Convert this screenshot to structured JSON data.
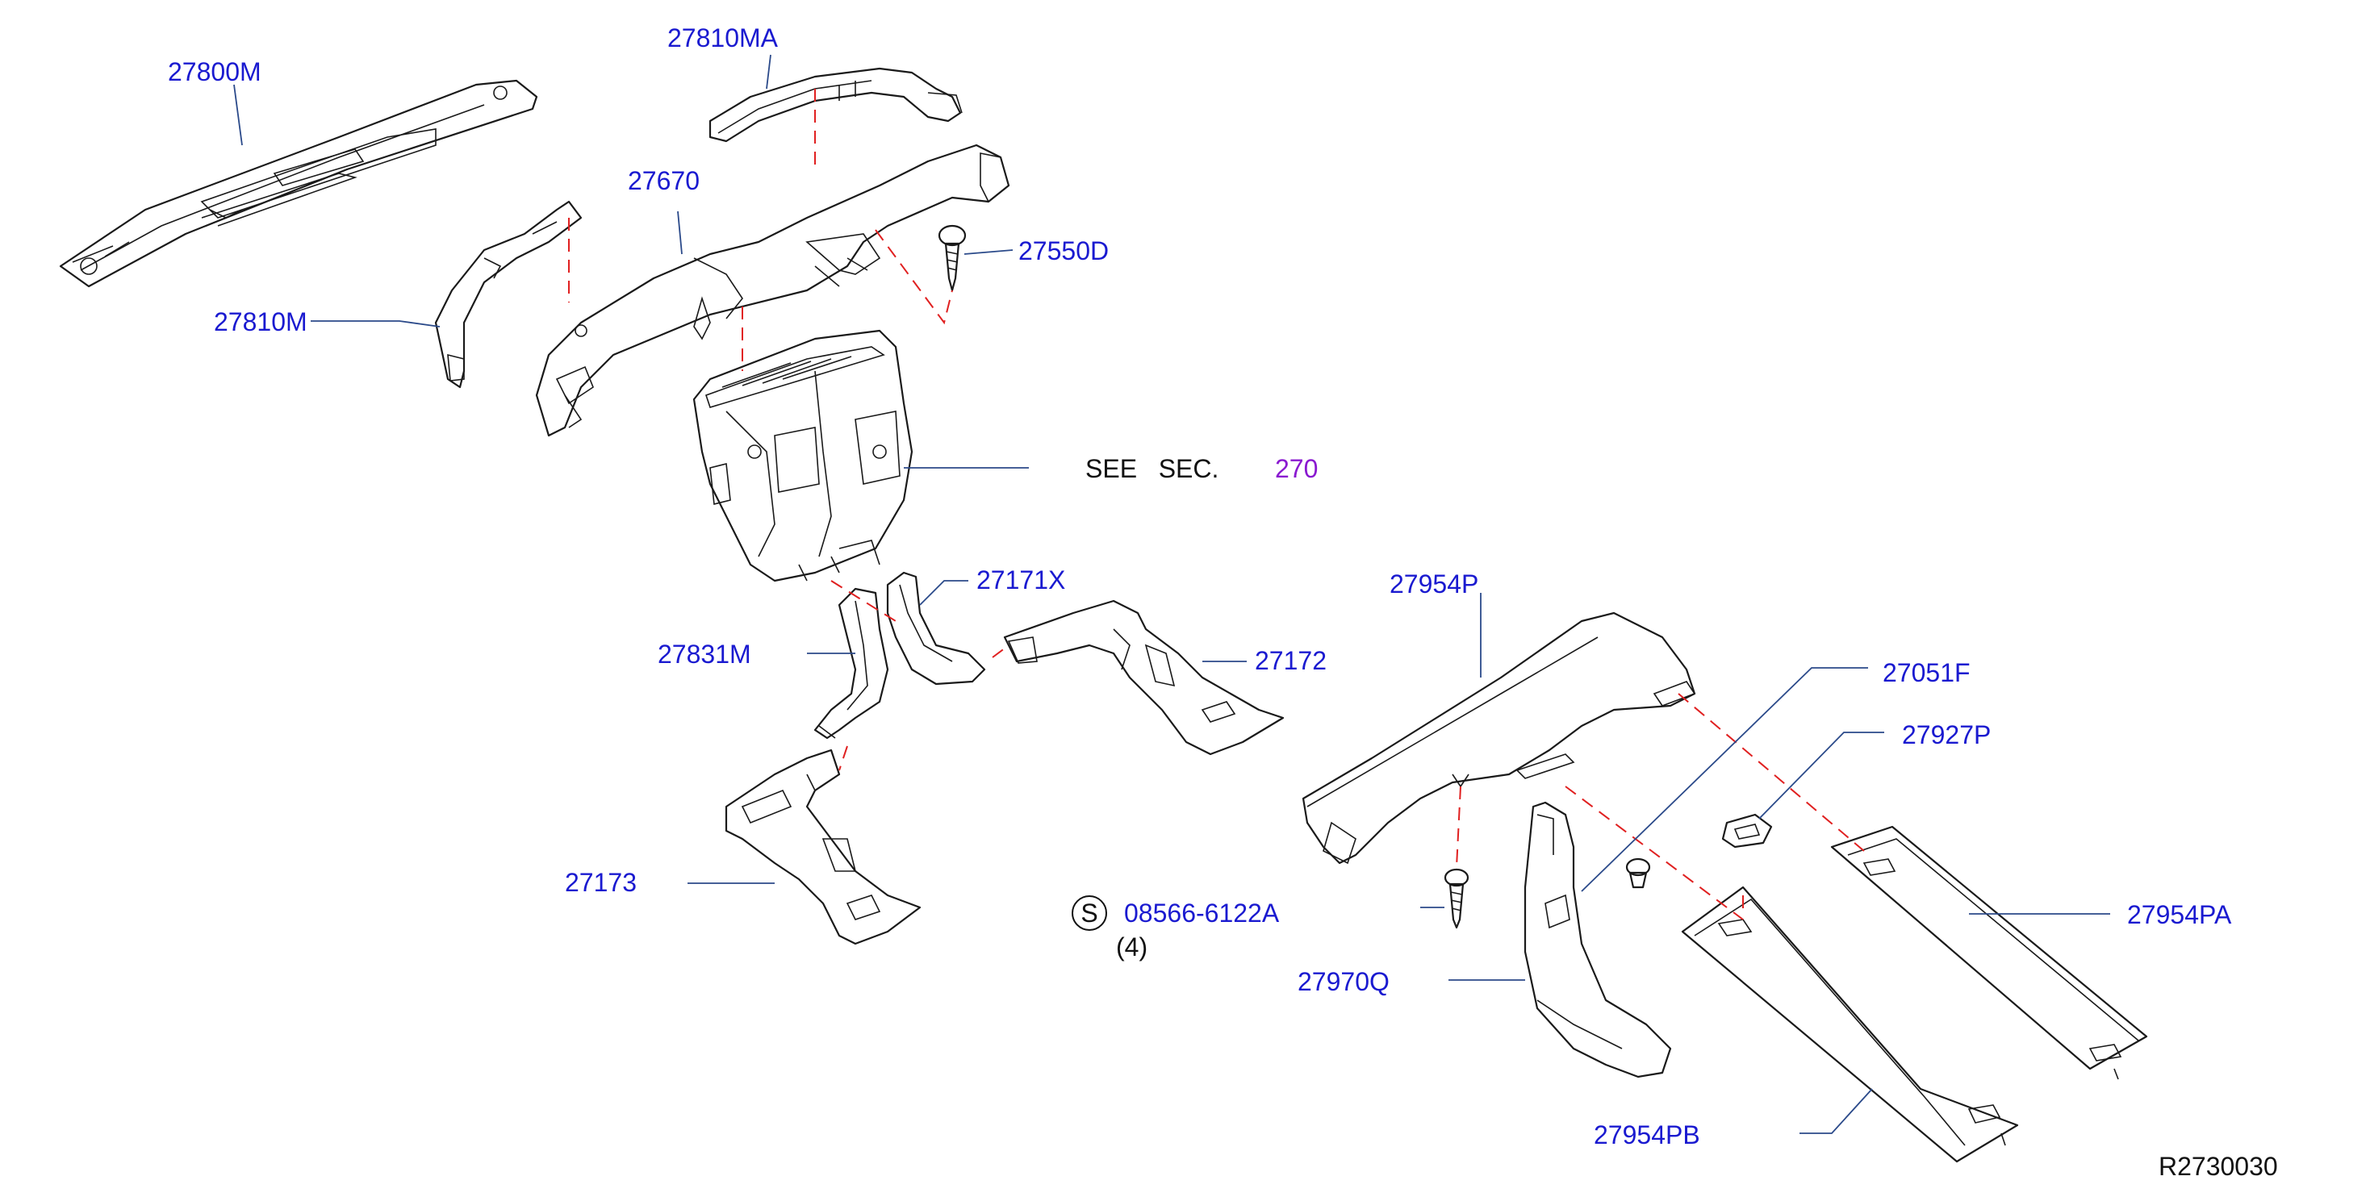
{
  "colors": {
    "callout_text": "#1a1ad0",
    "section_ref": "#8a1ad0",
    "dashed_line": "#e02020",
    "leader_line": "#2b4a8a",
    "part_outline": "#1a1a1a"
  },
  "callouts": {
    "p27800M": "27800M",
    "p27810MA": "27810MA",
    "p27670": "27670",
    "p27550D": "27550D",
    "p27810M": "27810M",
    "p27171X": "27171X",
    "p27831M": "27831M",
    "p27172": "27172",
    "p27173": "27173",
    "p27954P": "27954P",
    "p27051F": "27051F",
    "p27927P": "27927P",
    "p27954PA": "27954PA",
    "p27970Q": "27970Q",
    "p27954PB": "27954PB",
    "screw_part": "08566-6122A",
    "screw_qty": "(4)"
  },
  "see_section": {
    "prefix": "SEE   SEC.",
    "number": "270"
  },
  "s_symbol": "S",
  "diagram_id": "R2730030"
}
